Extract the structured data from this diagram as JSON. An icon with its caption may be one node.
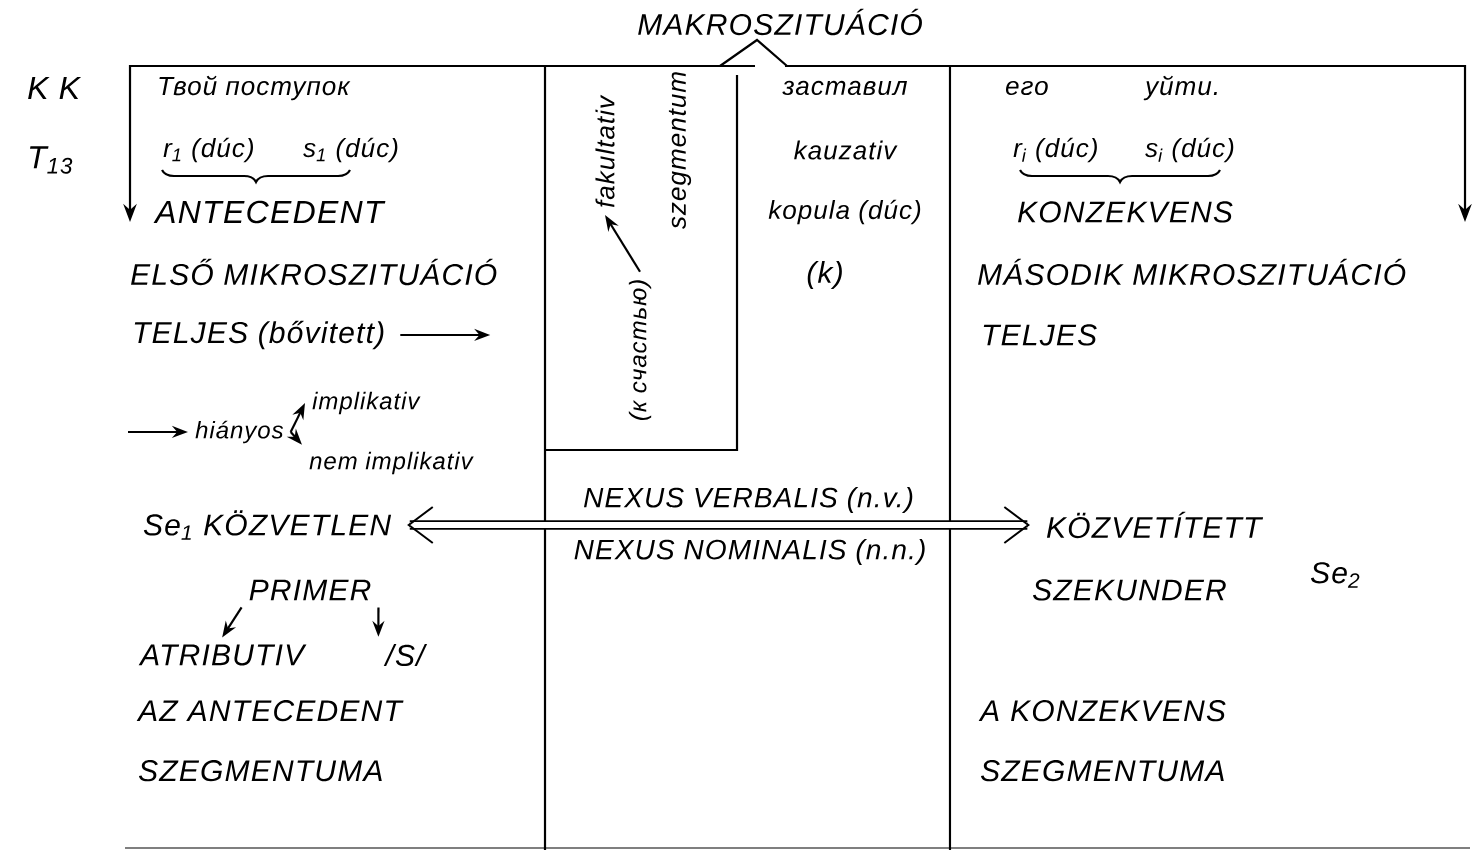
{
  "diagram": {
    "title": "MAKROSZITUÁCIÓ",
    "nodes": [
      {
        "text": [],
        "shape": "box"
      },
      {
        "text": [
          "fakultativ"
        ],
        "in": 0
      },
      {
        "text": [
          "szegmentum"
        ],
        "in": 0
      },
      {
        "text": [
          "(к счастью)"
        ],
        "in": 0
      },
      {
        "text": [
          "TELJES (bővitett)"
        ]
      },
      {
        "text": [
          "hiányos"
        ]
      },
      {
        "text": [
          "implikativ"
        ]
      },
      {
        "text": [
          "nem implikativ"
        ]
      },
      {
        "text": [
          "Se$_{1}$ KÖZVETLEN"
        ]
      },
      {
        "text": [
          "KÖZVETÍTETT"
        ]
      },
      {
        "text": [
          "PRIMER"
        ]
      },
      {
        "text": [
          "ATRIBUTIV"
        ]
      },
      {
        "text": [
          "/S/"
        ]
      }
    ],
    "edges": [
      {
        "from": 3,
        "to": 1,
        "arrow": "to"
      },
      {
        "from": 4,
        "to": null,
        "arrow": "to"
      },
      {
        "from": null,
        "to": 5,
        "arrow": "to"
      },
      {
        "from": 5,
        "to": 6,
        "arrow": "to"
      },
      {
        "from": 5,
        "to": 7,
        "arrow": "to"
      },
      {
        "from": 8,
        "to": 9,
        "arrow": "both",
        "style": "thick",
        "label": "NEXUS VERBALIS (n.v.)"
      },
      {
        "from": 10,
        "to": 11,
        "arrow": "to"
      },
      {
        "from": 10,
        "to": 12,
        "arrow": "to"
      }
    ],
    "labels": [
      "K K",
      "T$_{13}$",
      "Твой поступок",
      "r$_{1}$ (dúc)",
      "s$_{1}$ (dúc)",
      "ANTECEDENT",
      "ELSŐ MIKROSZITUÁCIÓ",
      "заставил",
      "kauzativ",
      "kopula (dúc)",
      "(k)",
      "его",
      "уйти.",
      "r$_{i}$ (dúc)",
      "s$_{i}$ (dúc)",
      "KONZEKVENS",
      "MÁSODIK MIKROSZITUÁCIÓ",
      "TELJES",
      "NEXUS NOMINALIS (n.n.)",
      "SZEKUNDER",
      "Se$_{2}$",
      "AZ ANTECEDENT SZEGMENTUMA",
      "A KONZEKVENS SZEGMENTUMA"
    ]
  }
}
